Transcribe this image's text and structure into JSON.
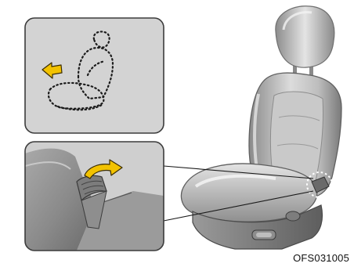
{
  "figure": {
    "code": "OFS031005",
    "inset_top": {
      "depicts": "seat-position-schematic",
      "arrow_direction": "forward"
    },
    "inset_bottom": {
      "depicts": "recline-lever-closeup",
      "arrow_direction": "up-and-back"
    },
    "colors": {
      "arrow_fill": "#f2c200",
      "arrow_outline": "#3a2c00",
      "inset_background": "#d3d3d3",
      "inset_border": "#3c3c3c",
      "seat_light": "#e6e6e6",
      "seat_dark": "#7e7e7e"
    }
  }
}
